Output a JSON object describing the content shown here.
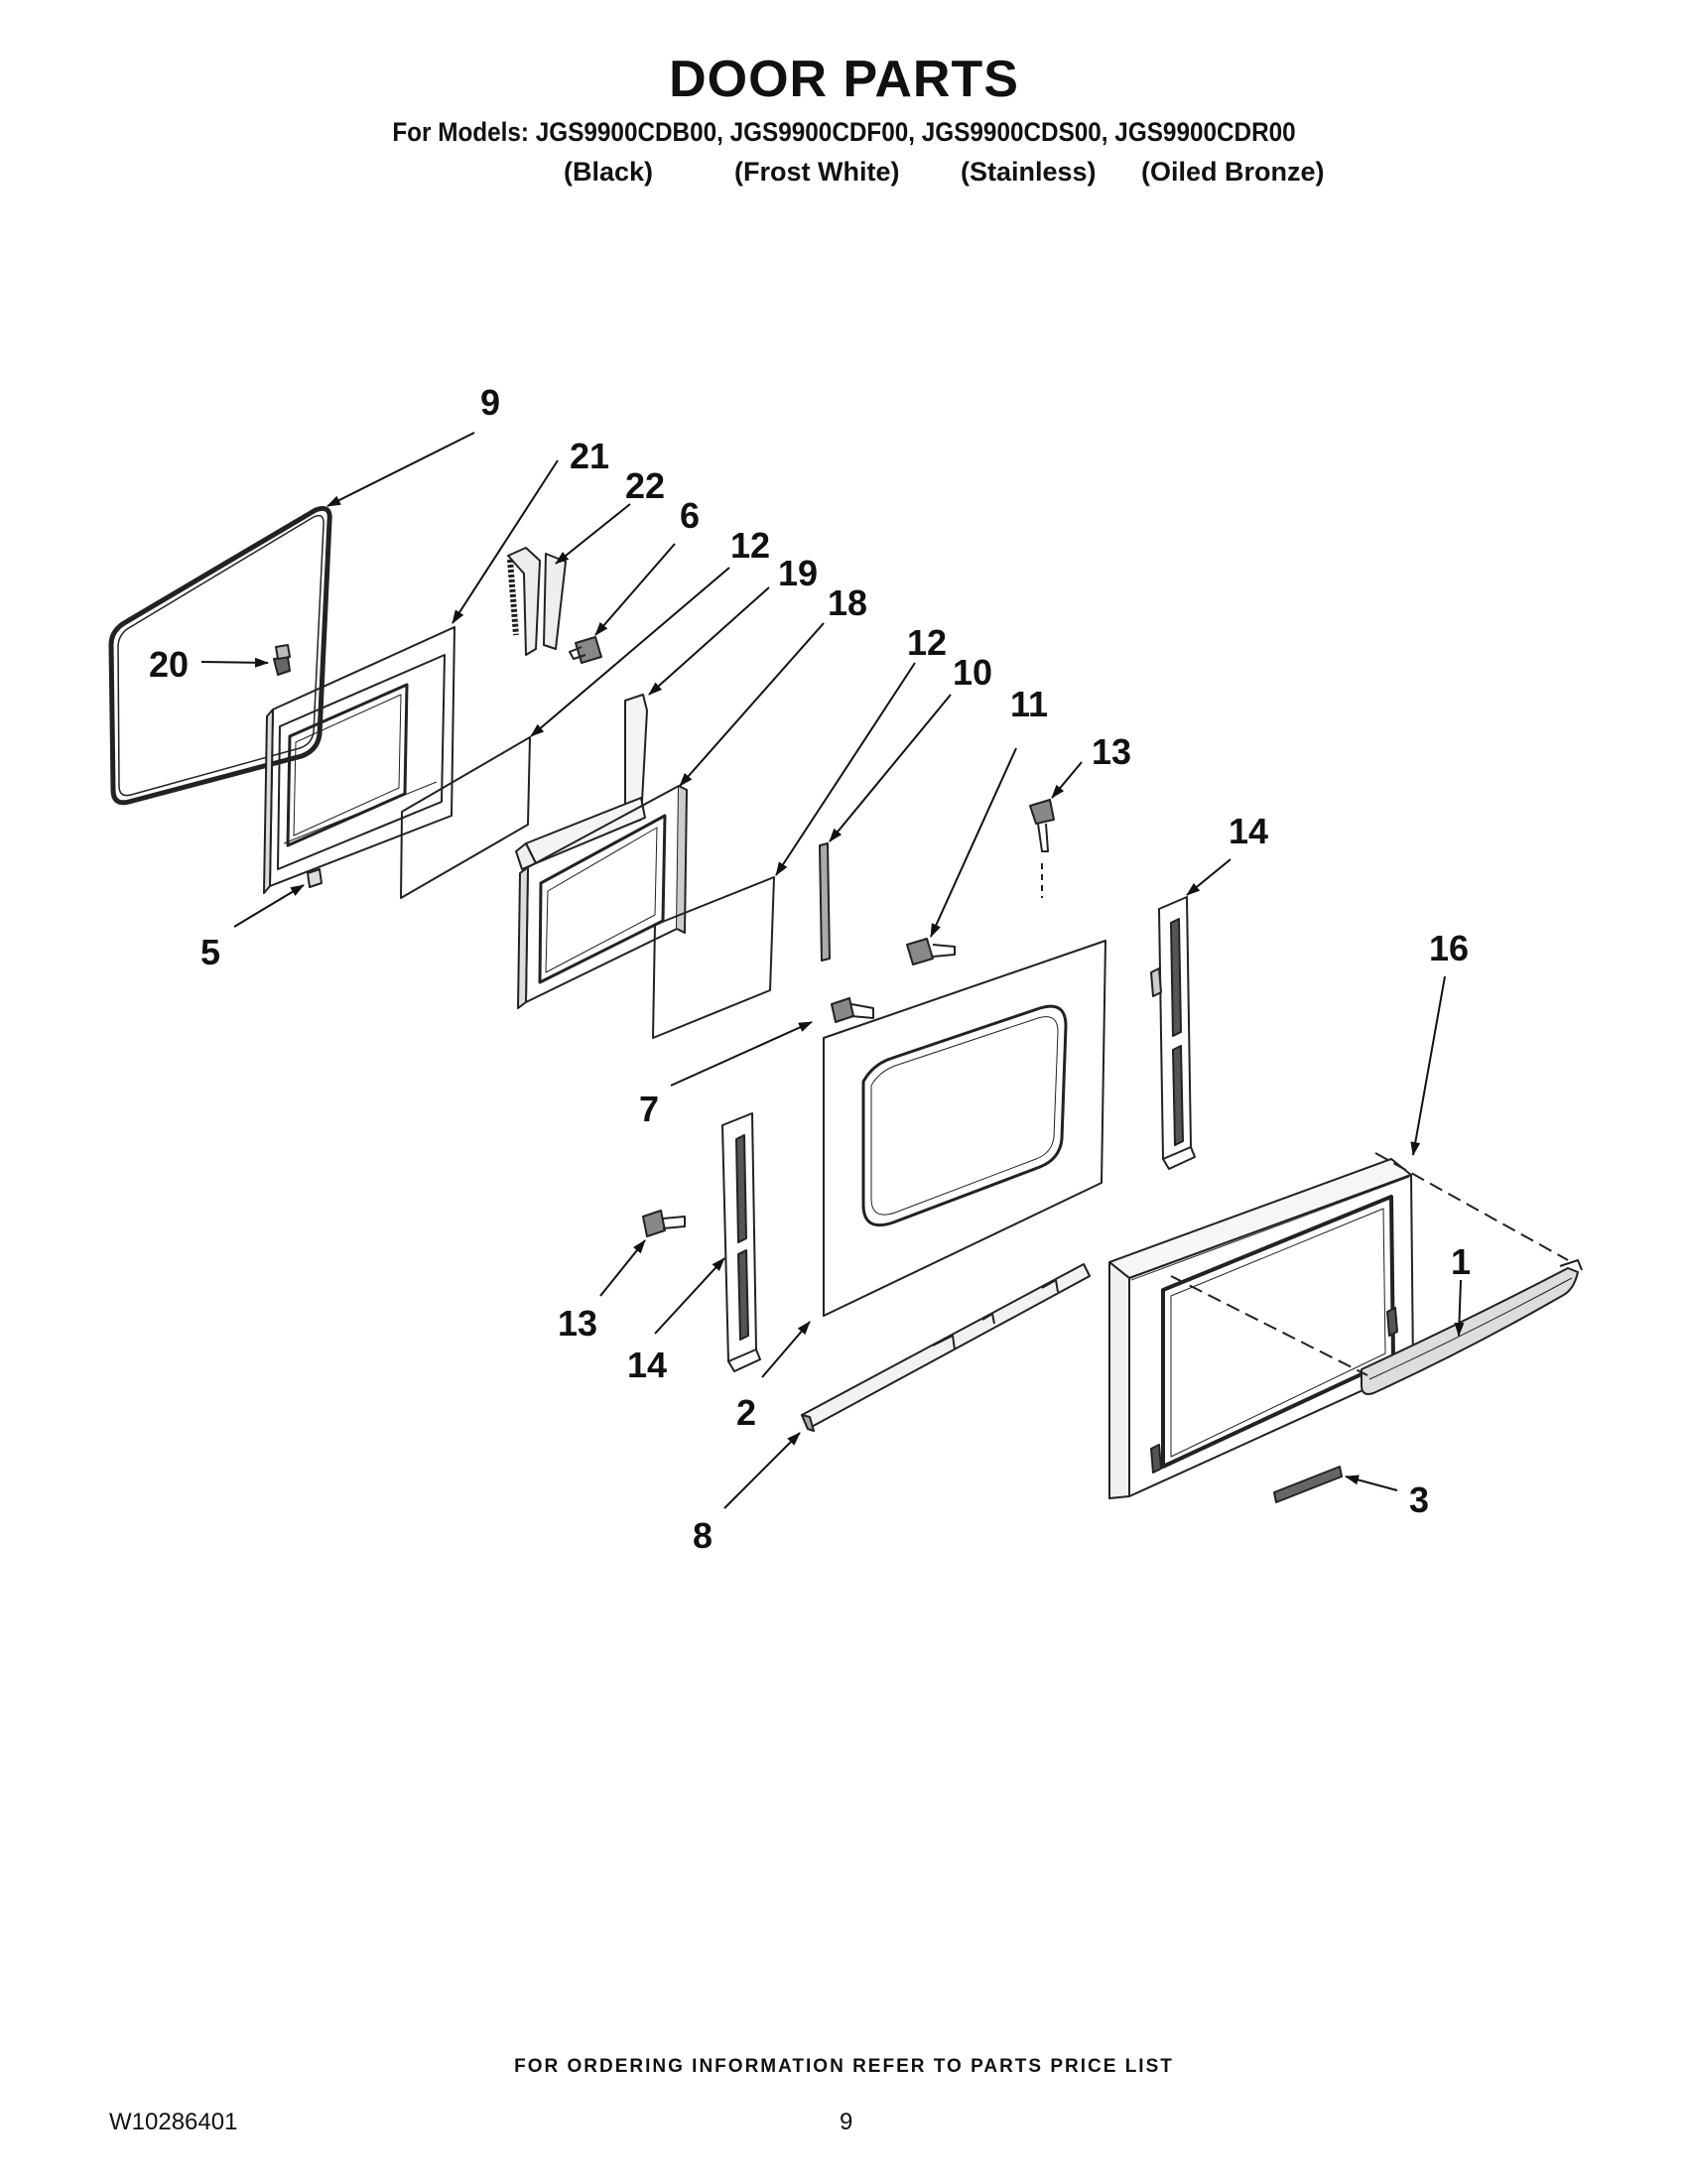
{
  "header": {
    "title": "DOOR PARTS",
    "models_line": "For Models: JGS9900CDB00, JGS9900CDF00, JGS9900CDS00, JGS9900CDR00",
    "finishes": [
      "(Black)",
      "(Frost White)",
      "(Stainless)",
      "(Oiled Bronze)"
    ]
  },
  "callouts": {
    "c1": "1",
    "c2": "2",
    "c3": "3",
    "c5": "5",
    "c6": "6",
    "c7": "7",
    "c8": "8",
    "c9": "9",
    "c10": "10",
    "c11": "11",
    "c12a": "12",
    "c12b": "12",
    "c13a": "13",
    "c13b": "13",
    "c14a": "14",
    "c14b": "14",
    "c16": "16",
    "c18": "18",
    "c19": "19",
    "c20": "20",
    "c21": "21",
    "c22": "22"
  },
  "footer": {
    "ordering_note": "FOR ORDERING INFORMATION REFER TO PARTS PRICE LIST",
    "doc_number": "W10286401",
    "page_number": "9"
  }
}
